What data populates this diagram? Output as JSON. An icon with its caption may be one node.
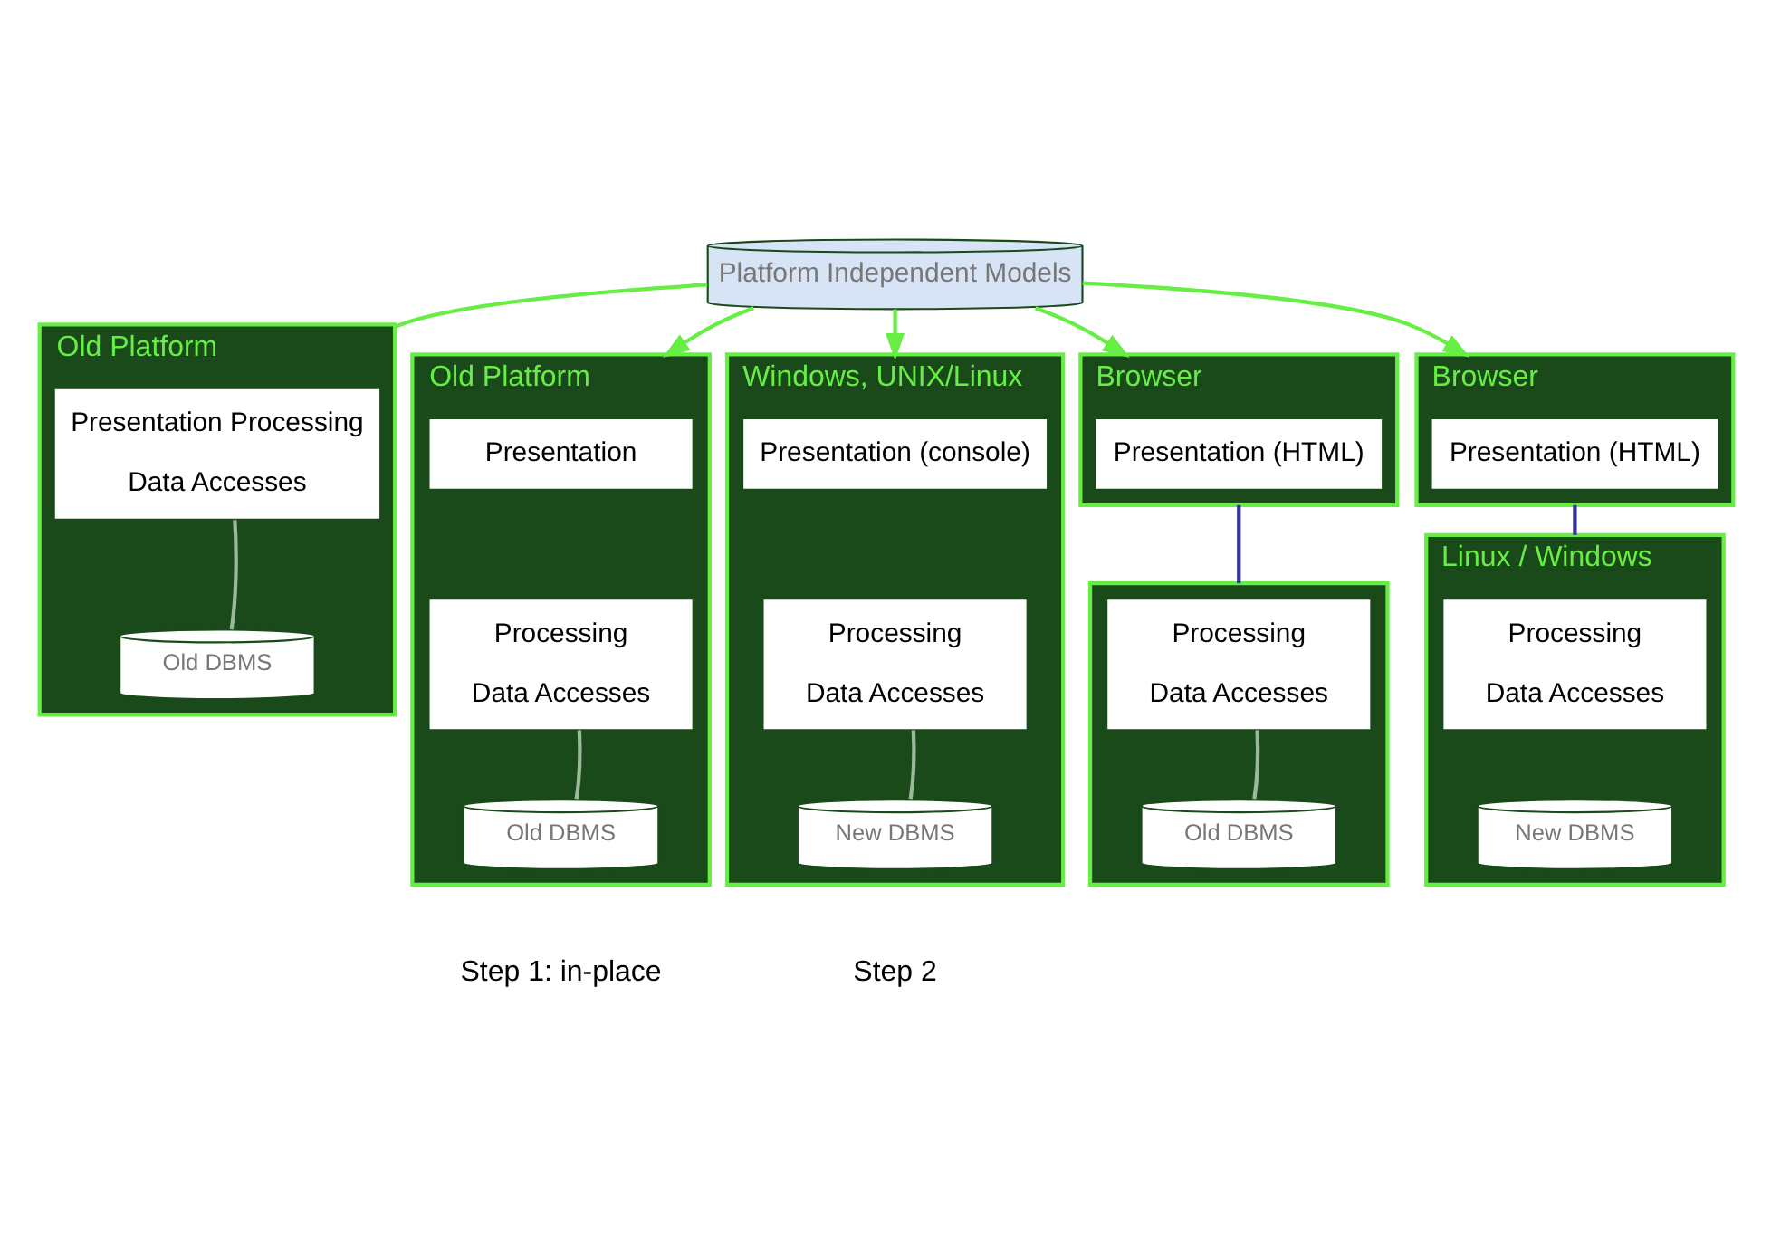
{
  "diagram": {
    "nodes": [
      {
        "text": [
          "Platform Independent Models"
        ]
      },
      {
        "text": [
          "Old Platform"
        ]
      },
      {
        "text": [
          "Presentation Processing",
          "Data Accesses"
        ],
        "in": 1
      },
      {
        "text": [
          "Old DBMS"
        ],
        "in": 1
      },
      {
        "text": [
          "Old Platform"
        ]
      },
      {
        "text": [
          "Presentation"
        ],
        "in": 4
      },
      {
        "text": [
          "Processing",
          "Data Accesses"
        ],
        "in": 4
      },
      {
        "text": [
          "Old DBMS"
        ],
        "in": 4
      },
      {
        "text": [
          "Browser"
        ]
      },
      {
        "text": [
          "Presentation (HTML)"
        ],
        "in": 8
      },
      {
        "text": [],
        "shape": "box"
      },
      {
        "text": [
          "Processing",
          "Data Accesses"
        ],
        "in": 10
      },
      {
        "text": [
          "Old DBMS"
        ],
        "in": 10
      },
      {
        "text": [
          "Windows, UNIX/Linux"
        ]
      },
      {
        "text": [
          "Presentation (console)"
        ],
        "in": 13
      },
      {
        "text": [
          "Processing",
          "Data Accesses"
        ],
        "in": 13
      },
      {
        "text": [
          "New DBMS"
        ],
        "in": 13
      },
      {
        "text": [
          "Browser"
        ]
      },
      {
        "text": [
          "Presentation (HTML)"
        ],
        "in": 17
      },
      {
        "text": [
          "Linux / Windows"
        ]
      },
      {
        "text": [
          "Processing",
          "Data Accesses"
        ],
        "in": 19
      },
      {
        "text": [
          "New DBMS"
        ],
        "in": 19
      }
    ],
    "edges": [
      {
        "from": 0,
        "to": 1,
        "arrow": "none"
      },
      {
        "from": 0,
        "to": 4,
        "arrow": "to"
      },
      {
        "from": 0,
        "to": 8,
        "arrow": "to"
      },
      {
        "from": 0,
        "to": 13,
        "arrow": "to"
      },
      {
        "from": 0,
        "to": 17,
        "arrow": "to"
      },
      {
        "from": 2,
        "to": 3,
        "arrow": "none",
        "color": "#9ab89a"
      },
      {
        "from": 6,
        "to": 7,
        "arrow": "none",
        "color": "#9ab89a"
      },
      {
        "from": 8,
        "to": 10,
        "arrow": "none",
        "color": "#333399"
      },
      {
        "from": 11,
        "to": 12,
        "arrow": "none",
        "color": "#9ab89a"
      },
      {
        "from": 15,
        "to": 16,
        "arrow": "none",
        "color": "#9ab89a"
      },
      {
        "from": 17,
        "to": 19,
        "arrow": "none",
        "color": "#333399"
      }
    ],
    "labels": [
      "Step 1: in-place",
      "Step 2"
    ]
  }
}
